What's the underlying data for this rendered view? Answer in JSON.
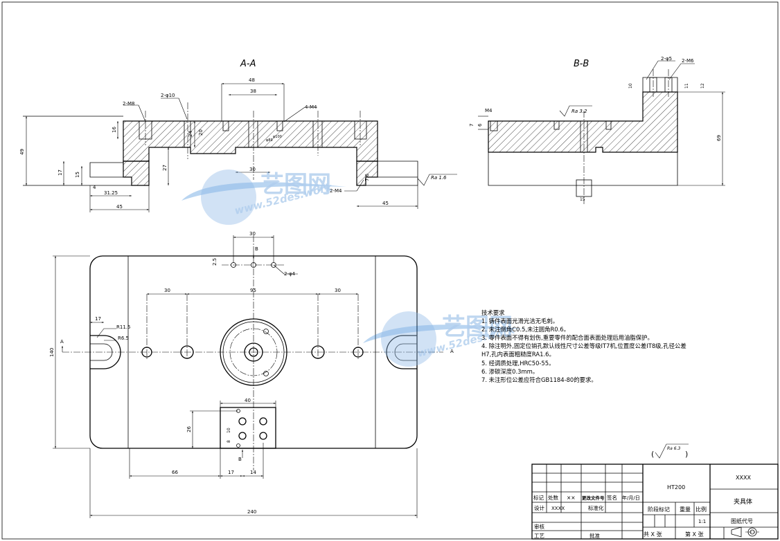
{
  "views": {
    "section_aa": "A-A",
    "section_bb": "B-B"
  },
  "dims_aa": {
    "d48": "48",
    "d38": "38",
    "hole_4m4": "4-M4",
    "hole_2m8": "2-M8",
    "hole_2phi10": "2-φ10",
    "d16": "16",
    "d20": "20",
    "d24": "24",
    "d27": "27",
    "d49": "49",
    "d17": "17",
    "d15": "15",
    "d4": "4",
    "d3125": "31.25",
    "d45l": "45",
    "d30": "30",
    "hole_2m4": "2-M4",
    "d76": "7.6",
    "d45r": "45",
    "d89": "φ89",
    "d100": "φ100",
    "rough": "Ra 1.6"
  },
  "dims_bb": {
    "hole_m4": "M4",
    "d7": "7",
    "d6": "6",
    "rough": "Ra 3.2",
    "hole_2phi5": "2-φ5",
    "hole_2m6": "2-M6",
    "d10": "10",
    "d11": "11",
    "d12": "12",
    "d69": "69",
    "d15": "15"
  },
  "dims_plan": {
    "d30top": "30",
    "b_top": "B",
    "d25": "2.5",
    "hole_2phi4": "2-φ4",
    "d30l": "30",
    "d95": "95",
    "d30r": "30",
    "r115": "R11.5",
    "r65": "R6.5",
    "d17": "17",
    "d140": "140",
    "a_l": "A",
    "a_r": "A",
    "d40": "40",
    "d26": "26",
    "d10": "10",
    "d8": "8",
    "b_bot": "B",
    "d66": "66",
    "d17b": "17",
    "d14": "14",
    "d240": "240"
  },
  "notes": [
    "技术要求",
    "1.  铸件表面光滑光洁无毛刺。",
    "2.  未注倒角C0.5,未注圆角R0.6。",
    "3.  零件表面不得有划伤,重要零件的配合面表面处理后用油脂保护。",
    "4.  除注明外,固定位销孔默认线性尺寸公差等级IT7机,位置度公差IT8级,孔径公差",
    "H7,孔内表面粗糙度RA1.6。",
    "5.  经调质处理,HRC50-55。",
    "6.  渗碳深度0.3mm。",
    "7.  未注形位公差应符合GB1184-80的要求。"
  ],
  "surface_finish": "Ra 6.3",
  "title_block": {
    "material": "HT200",
    "code": "XXXX",
    "part_name": "夹具体",
    "drawing_no": "图纸代号",
    "stage_mark": "阶段标记",
    "weight": "重量",
    "scale_label": "比例",
    "scale": "1:1",
    "sheets_total": "共  X  张",
    "sheet_no": "第  X  张",
    "h_mark": "标记",
    "h_count": "处数",
    "h_xx": "××",
    "h_file": "更改文件号",
    "h_sign": "签名",
    "h_date": "年/月/日",
    "design": "设计",
    "design_val": "XXXX",
    "standard": "标准化",
    "review": "审核",
    "craft": "工艺",
    "approve": "批准"
  },
  "watermark": {
    "logo_text": "艺图网",
    "url_text": "www.52des.work"
  }
}
